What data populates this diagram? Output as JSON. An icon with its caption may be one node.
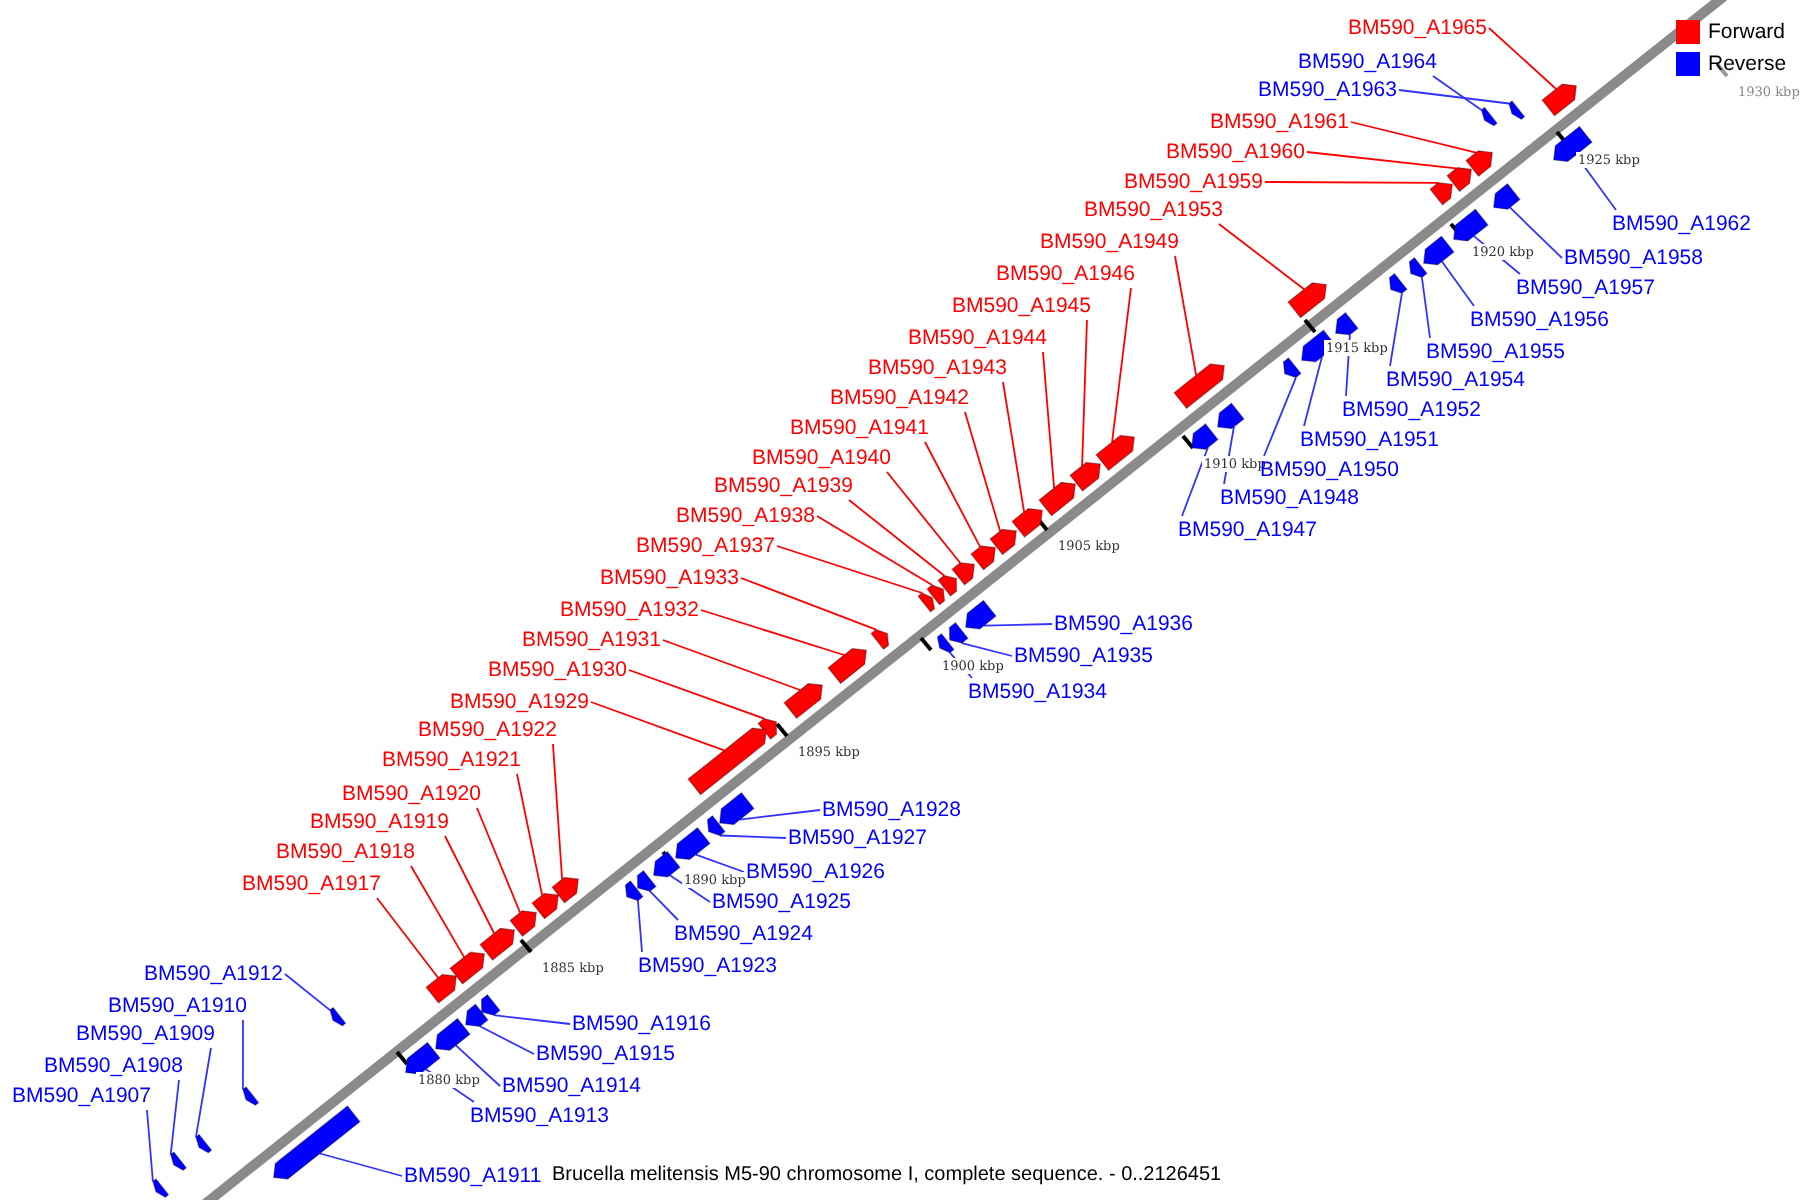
{
  "diagram": {
    "caption": "Brucella melitensis M5-90 chromosome I, complete sequence. - 0..2126451",
    "nodes": [
      {
        "text": [
          "BM590_A1965"
        ]
      },
      {
        "text": [],
        "shape": "arrow"
      },
      {
        "text": [
          "BM590_A1964"
        ]
      },
      {
        "text": [],
        "shape": "arrow"
      },
      {
        "text": [
          "BM590_A1963"
        ]
      },
      {
        "text": [],
        "shape": "arrow"
      },
      {
        "text": [
          "BM590_A1961"
        ]
      },
      {
        "text": [],
        "shape": "arrow"
      },
      {
        "text": [
          "BM590_A1960"
        ]
      },
      {
        "text": [],
        "shape": "arrow"
      },
      {
        "text": [
          "BM590_A1959"
        ]
      },
      {
        "text": [],
        "shape": "arrow"
      },
      {
        "text": [
          "BM590_A1953"
        ]
      },
      {
        "text": [],
        "shape": "arrow"
      },
      {
        "text": [
          "BM590_A1962"
        ]
      },
      {
        "text": [],
        "shape": "arrow"
      },
      {
        "text": [
          "BM590_A1949"
        ]
      },
      {
        "text": [],
        "shape": "arrow"
      },
      {
        "text": [
          "BM590_A1958"
        ]
      },
      {
        "text": [],
        "shape": "arrow"
      },
      {
        "text": [
          "BM590_A1946"
        ]
      },
      {
        "text": [],
        "shape": "arrow"
      },
      {
        "text": [
          "BM590_A1957"
        ]
      },
      {
        "text": [],
        "shape": "arrow"
      },
      {
        "text": [
          "BM590_A1945"
        ]
      },
      {
        "text": [],
        "shape": "arrow"
      },
      {
        "text": [
          "BM590_A1956"
        ]
      },
      {
        "text": [],
        "shape": "arrow"
      },
      {
        "text": [
          "BM590_A1944"
        ]
      },
      {
        "text": [],
        "shape": "arrow"
      },
      {
        "text": [
          "BM590_A1955"
        ]
      },
      {
        "text": [],
        "shape": "arrow"
      },
      {
        "text": [
          "BM590_A1943"
        ]
      },
      {
        "text": [],
        "shape": "arrow"
      },
      {
        "text": [
          "BM590_A1954"
        ]
      },
      {
        "text": [],
        "shape": "arrow"
      },
      {
        "text": [
          "BM590_A1942"
        ]
      },
      {
        "text": [],
        "shape": "arrow"
      },
      {
        "text": [
          "BM590_A1952"
        ]
      },
      {
        "text": [],
        "shape": "arrow"
      },
      {
        "text": [
          "BM590_A1941"
        ]
      },
      {
        "text": [],
        "shape": "arrow"
      },
      {
        "text": [
          "BM590_A1951"
        ]
      },
      {
        "text": [],
        "shape": "arrow"
      },
      {
        "text": [
          "BM590_A1940"
        ]
      },
      {
        "text": [],
        "shape": "arrow"
      },
      {
        "text": [
          "BM590_A1950"
        ]
      },
      {
        "text": [],
        "shape": "arrow"
      },
      {
        "text": [
          "BM590_A1939"
        ]
      },
      {
        "text": [],
        "shape": "arrow"
      },
      {
        "text": [
          "BM590_A1948"
        ]
      },
      {
        "text": [],
        "shape": "arrow"
      },
      {
        "text": [
          "BM590_A1938"
        ]
      },
      {
        "text": [],
        "shape": "arrow"
      },
      {
        "text": [
          "BM590_A1947"
        ]
      },
      {
        "text": [],
        "shape": "arrow"
      },
      {
        "text": [
          "BM590_A1937"
        ]
      },
      {
        "text": [],
        "shape": "arrow"
      },
      {
        "text": [
          "BM590_A1933"
        ]
      },
      {
        "text": [],
        "shape": "arrow"
      },
      {
        "text": [
          "BM590_A1932"
        ]
      },
      {
        "text": [],
        "shape": "arrow"
      },
      {
        "text": [
          "BM590_A1936"
        ]
      },
      {
        "text": [],
        "shape": "arrow"
      },
      {
        "text": [
          "BM590_A1931"
        ]
      },
      {
        "text": [],
        "shape": "arrow"
      },
      {
        "text": [
          "BM590_A1935"
        ]
      },
      {
        "text": [],
        "shape": "arrow"
      },
      {
        "text": [
          "BM590_A1930"
        ]
      },
      {
        "text": [],
        "shape": "arrow"
      },
      {
        "text": [
          "BM590_A1934"
        ]
      },
      {
        "text": [],
        "shape": "arrow"
      },
      {
        "text": [
          "BM590_A1929"
        ]
      },
      {
        "text": [],
        "shape": "arrow"
      },
      {
        "text": [
          "BM590_A1922"
        ]
      },
      {
        "text": [],
        "shape": "arrow"
      },
      {
        "text": [
          "BM590_A1921"
        ]
      },
      {
        "text": [],
        "shape": "arrow"
      },
      {
        "text": [
          "BM590_A1920"
        ]
      },
      {
        "text": [],
        "shape": "arrow"
      },
      {
        "text": [
          "BM590_A1928"
        ]
      },
      {
        "text": [],
        "shape": "arrow"
      },
      {
        "text": [
          "BM590_A1919"
        ]
      },
      {
        "text": [],
        "shape": "arrow"
      },
      {
        "text": [
          "BM590_A1927"
        ]
      },
      {
        "text": [],
        "shape": "arrow"
      },
      {
        "text": [
          "BM590_A1918"
        ]
      },
      {
        "text": [],
        "shape": "arrow"
      },
      {
        "text": [
          "BM590_A1926"
        ]
      },
      {
        "text": [],
        "shape": "arrow"
      },
      {
        "text": [
          "BM590_A1917"
        ]
      },
      {
        "text": [],
        "shape": "arrow"
      },
      {
        "text": [
          "BM590_A1925"
        ]
      },
      {
        "text": [],
        "shape": "arrow"
      },
      {
        "text": [
          "BM590_A1924"
        ]
      },
      {
        "text": [],
        "shape": "arrow"
      },
      {
        "text": [
          "BM590_A1923"
        ]
      },
      {
        "text": [],
        "shape": "arrow"
      },
      {
        "text": [
          "BM590_A1912"
        ]
      },
      {
        "text": [],
        "shape": "arrow"
      },
      {
        "text": [
          "BM590_A1910"
        ]
      },
      {
        "text": [],
        "shape": "arrow"
      },
      {
        "text": [
          "BM590_A1916"
        ]
      },
      {
        "text": [],
        "shape": "arrow"
      },
      {
        "text": [
          "BM590_A1909"
        ]
      },
      {
        "text": [],
        "shape": "arrow"
      },
      {
        "text": [
          "BM590_A1915"
        ]
      },
      {
        "text": [],
        "shape": "arrow"
      },
      {
        "text": [
          "BM590_A1908"
        ]
      },
      {
        "text": [],
        "shape": "arrow"
      },
      {
        "text": [
          "BM590_A1914"
        ]
      },
      {
        "text": [],
        "shape": "arrow"
      },
      {
        "text": [
          "BM590_A1907"
        ]
      },
      {
        "text": [],
        "shape": "arrow"
      },
      {
        "text": [
          "BM590_A1913"
        ]
      },
      {
        "text": [],
        "shape": "arrow"
      },
      {
        "text": [
          "BM590_A1911"
        ]
      },
      {
        "text": [],
        "shape": "arrow"
      }
    ],
    "edges": [
      {
        "from": 0,
        "to": 1,
        "arrow": "none",
        "color": "#ff0000"
      },
      {
        "from": 2,
        "to": 3,
        "arrow": "none"
      },
      {
        "from": 4,
        "to": 5,
        "arrow": "none"
      },
      {
        "from": 6,
        "to": 7,
        "arrow": "none",
        "color": "#ff0000"
      },
      {
        "from": 8,
        "to": 9,
        "arrow": "none",
        "color": "#ff0000"
      },
      {
        "from": 10,
        "to": 11,
        "arrow": "none",
        "color": "#ff0000"
      },
      {
        "from": 12,
        "to": 13,
        "arrow": "none",
        "color": "#ff0000"
      },
      {
        "from": 14,
        "to": 15,
        "arrow": "none"
      },
      {
        "from": 16,
        "to": 17,
        "arrow": "none",
        "color": "#ff0000"
      },
      {
        "from": 18,
        "to": 19,
        "arrow": "none"
      },
      {
        "from": 20,
        "to": 21,
        "arrow": "none",
        "color": "#ff0000"
      },
      {
        "from": 22,
        "to": 23,
        "arrow": "none"
      },
      {
        "from": 24,
        "to": 25,
        "arrow": "none",
        "color": "#ff0000"
      },
      {
        "from": 26,
        "to": 27,
        "arrow": "none"
      },
      {
        "from": 28,
        "to": 29,
        "arrow": "none",
        "color": "#ff0000"
      },
      {
        "from": 30,
        "to": 31,
        "arrow": "none"
      },
      {
        "from": 32,
        "to": 33,
        "arrow": "none",
        "color": "#ff0000"
      },
      {
        "from": 34,
        "to": 35,
        "arrow": "none"
      },
      {
        "from": 36,
        "to": 37,
        "arrow": "none",
        "color": "#ff0000"
      },
      {
        "from": 38,
        "to": 39,
        "arrow": "none"
      },
      {
        "from": 40,
        "to": 41,
        "arrow": "none",
        "color": "#ff0000"
      },
      {
        "from": 42,
        "to": 43,
        "arrow": "none"
      },
      {
        "from": 44,
        "to": 45,
        "arrow": "none",
        "color": "#ff0000"
      },
      {
        "from": 46,
        "to": 47,
        "arrow": "none"
      },
      {
        "from": 48,
        "to": 49,
        "arrow": "none",
        "color": "#ff0000"
      },
      {
        "from": 50,
        "to": 51,
        "arrow": "none"
      },
      {
        "from": 52,
        "to": 53,
        "arrow": "none",
        "color": "#ff0000"
      },
      {
        "from": 54,
        "to": 55,
        "arrow": "none"
      },
      {
        "from": 56,
        "to": 57,
        "arrow": "none",
        "color": "#ff0000"
      },
      {
        "from": 58,
        "to": 59,
        "arrow": "none",
        "color": "#ff0000"
      },
      {
        "from": 60,
        "to": 61,
        "arrow": "none",
        "color": "#ff0000"
      },
      {
        "from": 62,
        "to": 63,
        "arrow": "none"
      },
      {
        "from": 64,
        "to": 65,
        "arrow": "none",
        "color": "#ff0000"
      },
      {
        "from": 66,
        "to": 67,
        "arrow": "none"
      },
      {
        "from": 68,
        "to": 69,
        "arrow": "none",
        "color": "#ff0000"
      },
      {
        "from": 70,
        "to": 71,
        "arrow": "none"
      },
      {
        "from": 72,
        "to": 73,
        "arrow": "none",
        "color": "#ff0000"
      },
      {
        "from": 74,
        "to": 75,
        "arrow": "none",
        "color": "#ff0000"
      },
      {
        "from": 76,
        "to": 77,
        "arrow": "none",
        "color": "#ff0000"
      },
      {
        "from": 78,
        "to": 79,
        "arrow": "none",
        "color": "#ff0000"
      },
      {
        "from": 80,
        "to": 81,
        "arrow": "none"
      },
      {
        "from": 82,
        "to": 83,
        "arrow": "none",
        "color": "#ff0000"
      },
      {
        "from": 84,
        "to": 85,
        "arrow": "none"
      },
      {
        "from": 86,
        "to": 87,
        "arrow": "none",
        "color": "#ff0000"
      },
      {
        "from": 88,
        "to": 89,
        "arrow": "none"
      },
      {
        "from": 90,
        "to": 91,
        "arrow": "none",
        "color": "#ff0000"
      },
      {
        "from": 92,
        "to": 93,
        "arrow": "none"
      },
      {
        "from": 94,
        "to": 95,
        "arrow": "none"
      },
      {
        "from": 96,
        "to": 97,
        "arrow": "none"
      },
      {
        "from": 98,
        "to": 99,
        "arrow": "none"
      },
      {
        "from": 100,
        "to": 101,
        "arrow": "none"
      },
      {
        "from": 102,
        "to": 103,
        "arrow": "none"
      },
      {
        "from": 104,
        "to": 105,
        "arrow": "none"
      },
      {
        "from": 106,
        "to": 107,
        "arrow": "none"
      },
      {
        "from": 108,
        "to": 109,
        "arrow": "none"
      },
      {
        "from": 110,
        "to": 111,
        "arrow": "none"
      },
      {
        "from": 112,
        "to": 113,
        "arrow": "none"
      },
      {
        "from": 114,
        "to": 115,
        "arrow": "none"
      },
      {
        "from": 116,
        "to": 117,
        "arrow": "none"
      }
    ],
    "labels": [
      "1930 kbp",
      "1925 kbp",
      "1920 kbp",
      "1915 kbp",
      "1910 kbp",
      "1905 kbp",
      "1900 kbp",
      "1895 kbp",
      "1890 kbp",
      "1885 kbp",
      "1880 kbp"
    ],
    "legend": [
      {
        "text": "Forward",
        "color": "#ff0000"
      },
      {
        "text": "Reverse",
        "color": "#0000ff"
      }
    ]
  }
}
